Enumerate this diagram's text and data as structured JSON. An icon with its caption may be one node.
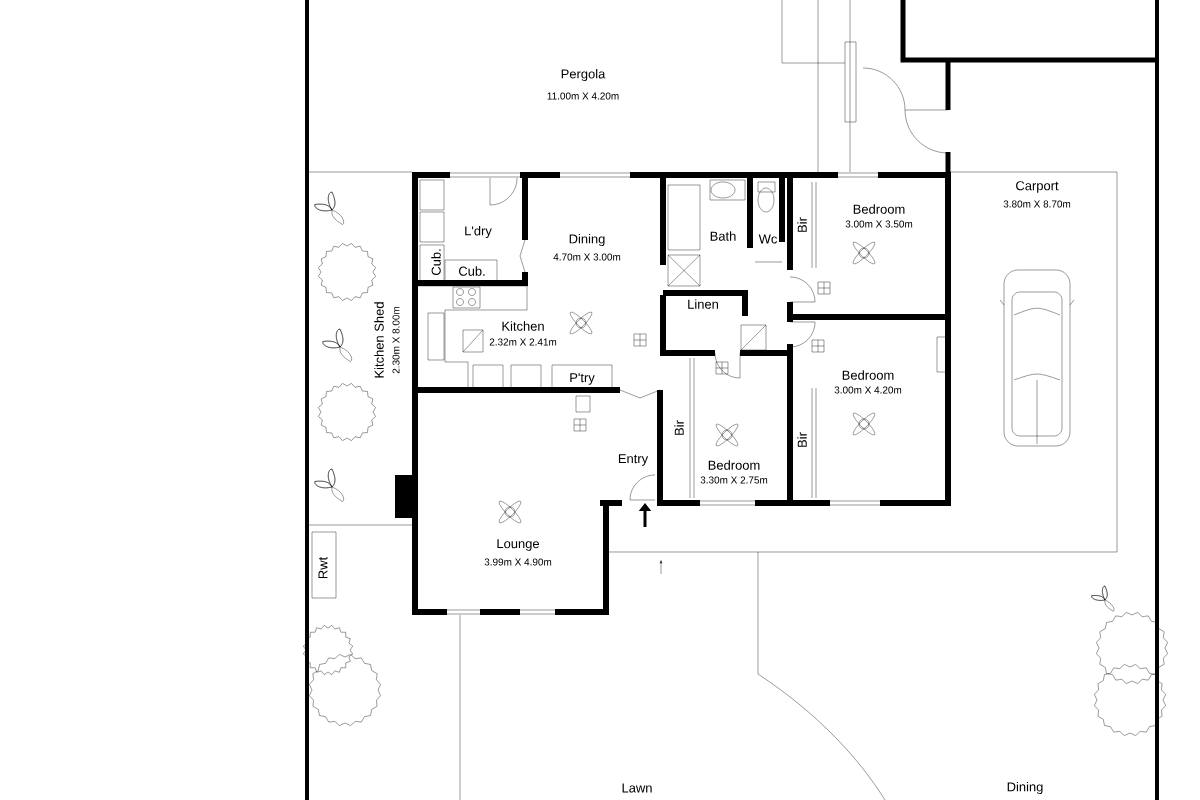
{
  "diagram": {
    "labels": [
      "Pergola",
      "11.00m X 4.20m",
      "Carport",
      "3.80m X 8.70m",
      "Bedroom",
      "3.00m X 3.50m",
      "L'dry",
      "Bath",
      "Wc",
      "Bir",
      "Dining",
      "4.70m X 3.00m",
      "Cub.",
      "Cub.",
      "Linen",
      "Kitchen Shed",
      "2.30m X 8.00m",
      "Kitchen",
      "2.32m X 2.41m",
      "P'try",
      "Bedroom",
      "3.00m X 4.20m",
      "Bir",
      "Bir",
      "Entry",
      "Bedroom",
      "3.30m X 2.75m",
      "Lounge",
      "3.99m X 4.90m",
      "Rwt",
      "Lawn",
      "Dining"
    ]
  }
}
